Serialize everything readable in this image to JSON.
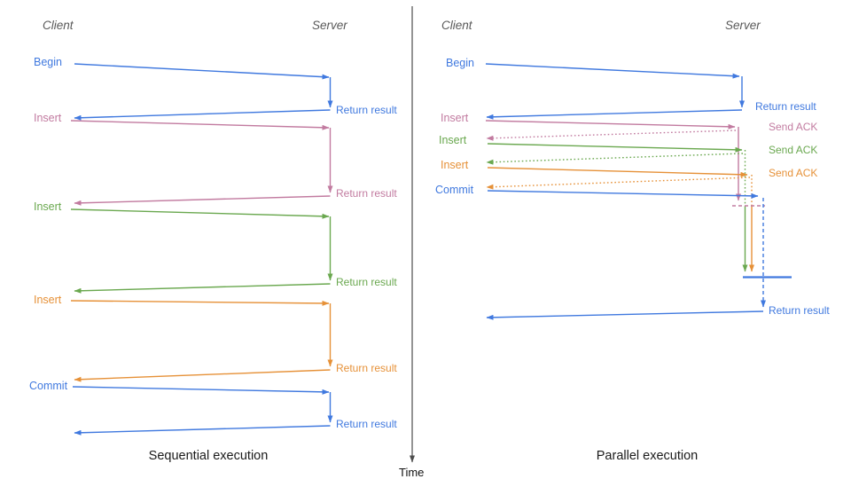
{
  "diagram": {
    "time_label": "Time",
    "colors": {
      "blue": "#4079df",
      "pink": "#c27ba0",
      "green": "#6aa84f",
      "orange": "#e69138",
      "axis": "#4d4d4d",
      "header": "#595959"
    }
  },
  "left": {
    "title": "Sequential execution",
    "client_header": "Client",
    "server_header": "Server",
    "messages": [
      {
        "label": "Begin",
        "color": "blue",
        "response": "Return result"
      },
      {
        "label": "Insert",
        "color": "pink",
        "response": "Return result"
      },
      {
        "label": "Insert",
        "color": "green",
        "response": "Return result"
      },
      {
        "label": "Insert",
        "color": "orange",
        "response": "Return result"
      },
      {
        "label": "Commit",
        "color": "blue",
        "response": "Return result"
      }
    ]
  },
  "right": {
    "title": "Parallel execution",
    "client_header": "Client",
    "server_header": "Server",
    "messages": [
      {
        "label": "Begin",
        "color": "blue",
        "response": "Return result"
      },
      {
        "label": "Insert",
        "color": "pink",
        "response": "Send ACK"
      },
      {
        "label": "Insert",
        "color": "green",
        "response": "Send ACK"
      },
      {
        "label": "Insert",
        "color": "orange",
        "response": "Send ACK"
      },
      {
        "label": "Commit",
        "color": "blue",
        "response": "Return result"
      }
    ]
  }
}
